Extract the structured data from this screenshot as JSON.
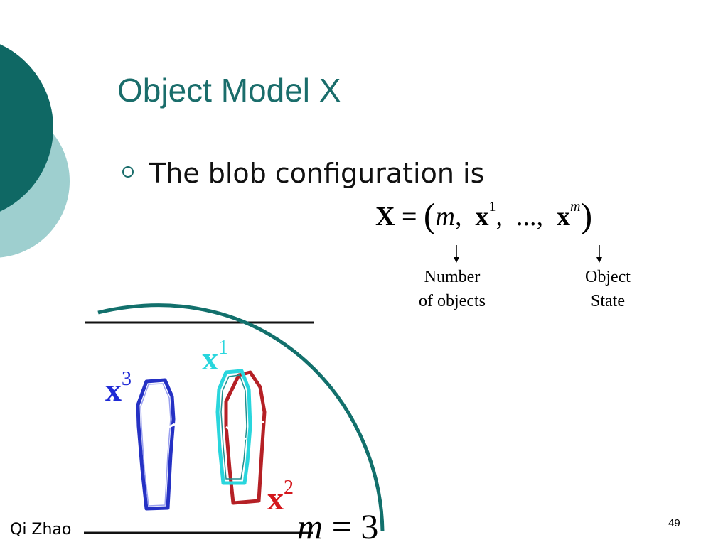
{
  "slide": {
    "title": "Object Model X",
    "bullet": "The blob configuration is",
    "formula": {
      "lhs": "X",
      "equals": "=",
      "open_paren": "(",
      "m": "m",
      "comma1": ",",
      "x1_base": "x",
      "x1_sup": "1",
      "comma2": ",",
      "ellipsis": "...,",
      "xm_base": "x",
      "xm_sup": "m",
      "close_paren": ")"
    },
    "annotations": {
      "number_line1": "Number",
      "number_line2": "of objects",
      "state_line1": "Object",
      "state_line2": "State"
    },
    "figure": {
      "label_x1_base": "x",
      "label_x1_sup": "1",
      "label_x2_base": "x",
      "label_x2_sup": "2",
      "label_x3_base": "x",
      "label_x3_sup": "3",
      "m_var": "m",
      "m_eq": "=",
      "m_val": "3"
    },
    "footer": {
      "author": "Qi Zhao",
      "page_number": "49"
    }
  },
  "colors": {
    "accent_dark_teal": "#1a6d6b",
    "accent_light_teal": "#9ecfcf",
    "blob_1": "#29d6dd",
    "blob_2": "#b52025",
    "blob_3": "#2531c4",
    "arc": "#12706c"
  }
}
